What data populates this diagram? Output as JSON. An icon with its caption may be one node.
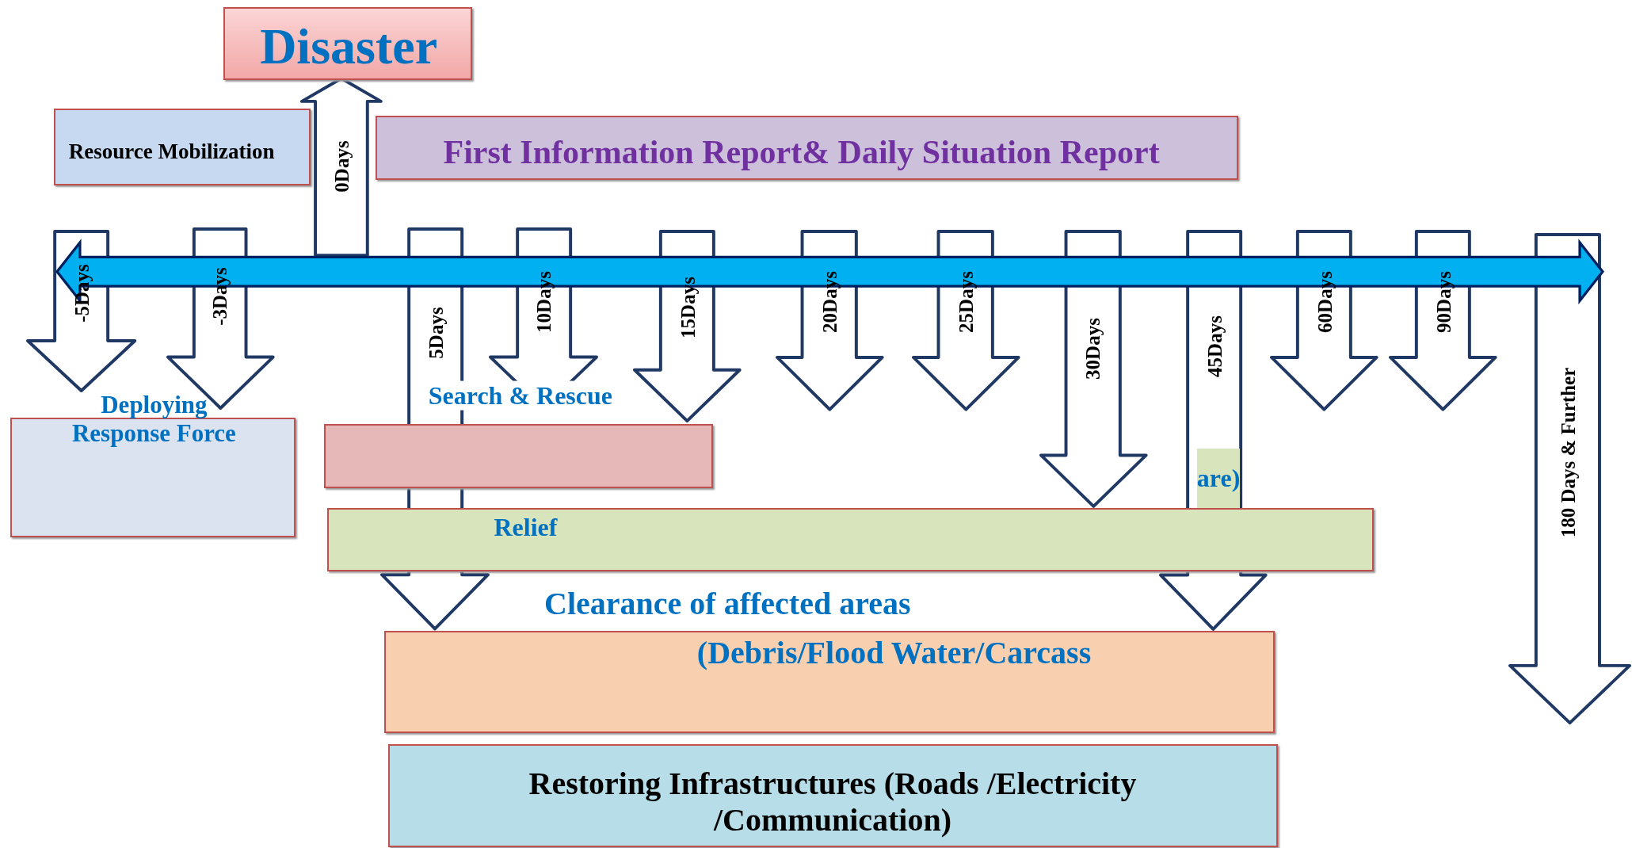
{
  "diagram": {
    "nodes": [
      {
        "text": [
          "Disaster"
        ]
      },
      {
        "text": [
          "Resource Mobilization"
        ]
      },
      {
        "text": [
          "First Information Report& Daily Situation Report"
        ]
      },
      {
        "text": [
          "-5Days"
        ]
      },
      {
        "text": [
          "-3Days"
        ]
      },
      {
        "text": [
          "0Days"
        ]
      },
      {
        "text": [
          "5Days"
        ]
      },
      {
        "text": [
          "10Days"
        ]
      },
      {
        "text": [
          "15Days"
        ]
      },
      {
        "text": [
          "20Days"
        ]
      },
      {
        "text": [
          "25Days"
        ]
      },
      {
        "text": [
          "30Days"
        ]
      },
      {
        "text": [
          "45Days"
        ]
      },
      {
        "text": [
          "60Days"
        ]
      },
      {
        "text": [
          "90Days"
        ]
      },
      {
        "text": [
          "180 Days & Further"
        ]
      },
      {
        "text": [
          "Deploying Response Force"
        ]
      },
      {
        "text": [
          "Search & Rescue"
        ]
      },
      {
        "text": [
          "Relief"
        ]
      },
      {
        "text": [
          "Clearance of affected areas",
          "(Debris/Flood Water/Carcass"
        ]
      },
      {
        "text": [
          "Restoring Infrastructures (Roads /Electricity /Communication)"
        ]
      }
    ],
    "labels": [
      "are)"
    ]
  }
}
